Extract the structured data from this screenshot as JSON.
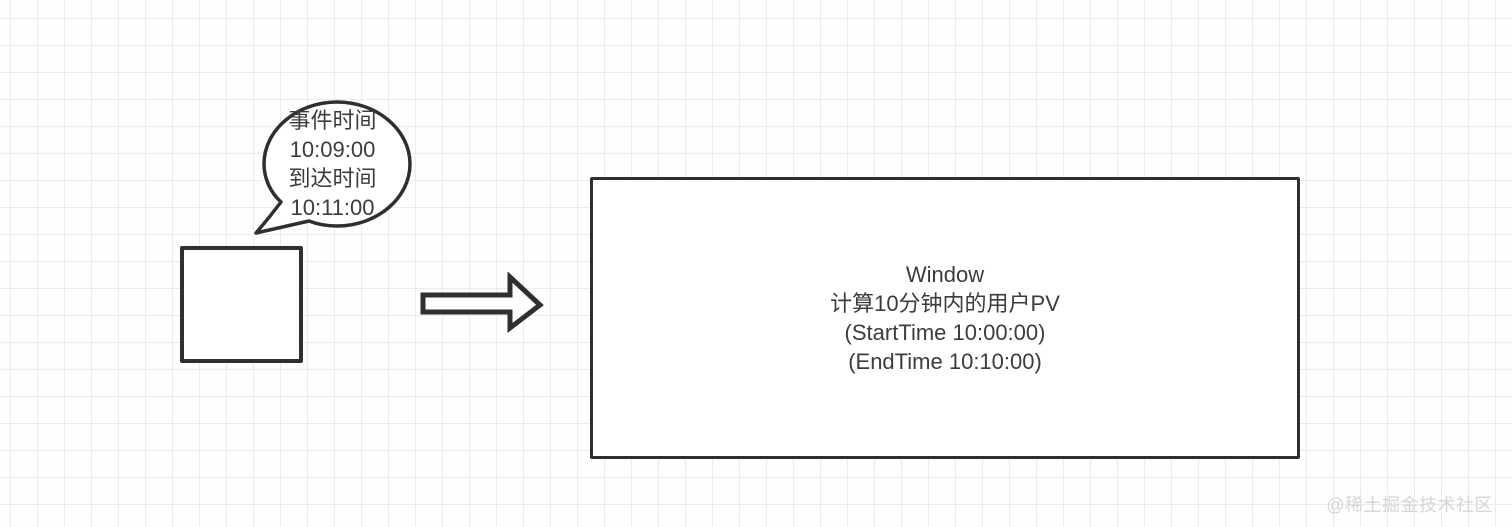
{
  "diagram": {
    "event_bubble": {
      "lines": [
        "事件时间",
        "10:09:00",
        "到达时间",
        "10:11:00"
      ]
    },
    "window_box": {
      "lines": [
        "Window",
        "计算10分钟内的用户PV",
        "(StartTime 10:00:00)",
        "(EndTime 10:10:00)"
      ]
    },
    "watermark": "@稀土掘金技术社区"
  },
  "colors": {
    "shape_stroke": "#2f2f2f",
    "text": "#3c3c3c",
    "grid_line": "#ebebeb",
    "watermark": "#d6d6d6",
    "background": "#fefefe"
  }
}
